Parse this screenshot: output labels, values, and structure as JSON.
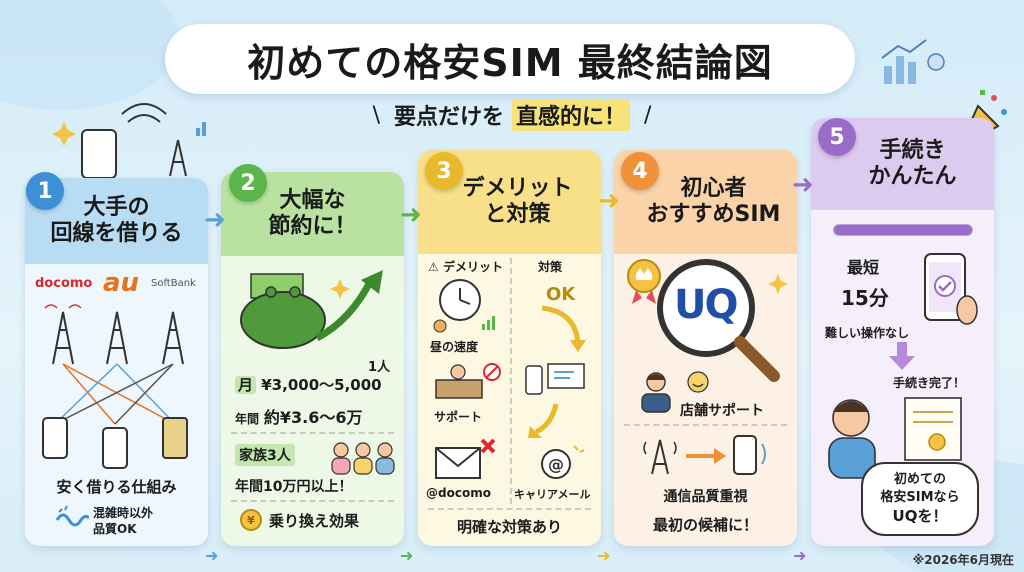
{
  "title": "初めての格安SIM 最終結論図",
  "subtitle": {
    "lead": "要点だけを",
    "highlight": "直感的に！",
    "slash_left": "\\",
    "slash_right": "/"
  },
  "colors": {
    "step1": "#3d8fd6",
    "step2": "#5ab54a",
    "step3": "#e8b92a",
    "step4": "#f0913a",
    "step5": "#9a6cc9"
  },
  "steps": [
    {
      "number": "1",
      "heading_line1": "大手の",
      "heading_line2": "回線を借りる",
      "carriers": [
        "docomo",
        "au",
        "SoftBank"
      ],
      "caption": "安く借りる仕組み",
      "note_line1": "混雑時以外",
      "note_line2": "品質OK"
    },
    {
      "number": "2",
      "heading_line1": "大幅な",
      "heading_line2": "節約に！",
      "per_person": "1人",
      "monthly_label": "月",
      "monthly_value": "¥3,000〜5,000",
      "yearly_label": "年間",
      "yearly_value": "約¥3.6〜6万",
      "family_label": "家族3人",
      "family_yearly": "年間10万円以上！",
      "switch_effect": "乗り換え効果"
    },
    {
      "number": "3",
      "heading_line1": "デメリット",
      "heading_line2": "と対策",
      "demerit_label": "デメリット",
      "measure_label": "対策",
      "ok_label": "OK",
      "demerits": [
        "昼の速度",
        "サポート",
        "@docomo"
      ],
      "measure": "キャリアメール",
      "caption": "明確な対策あり"
    },
    {
      "number": "4",
      "heading_line1": "初心者",
      "heading_line2": "おすすめSIM",
      "logo": "UQ",
      "store_support": "店舗サポート",
      "quality": "通信品質重視",
      "first_choice": "最初の候補に！"
    },
    {
      "number": "5",
      "heading_line1": "手続き",
      "heading_line2": "かんたん",
      "shortest_label": "最短",
      "shortest_value": "15分",
      "easy": "難しい操作なし",
      "done": "手続き完了！",
      "bubble_line1": "初めての",
      "bubble_line2": "格安SIMなら",
      "bubble_line3": "UQを！"
    }
  ],
  "footnote": "※2026年6月現在"
}
